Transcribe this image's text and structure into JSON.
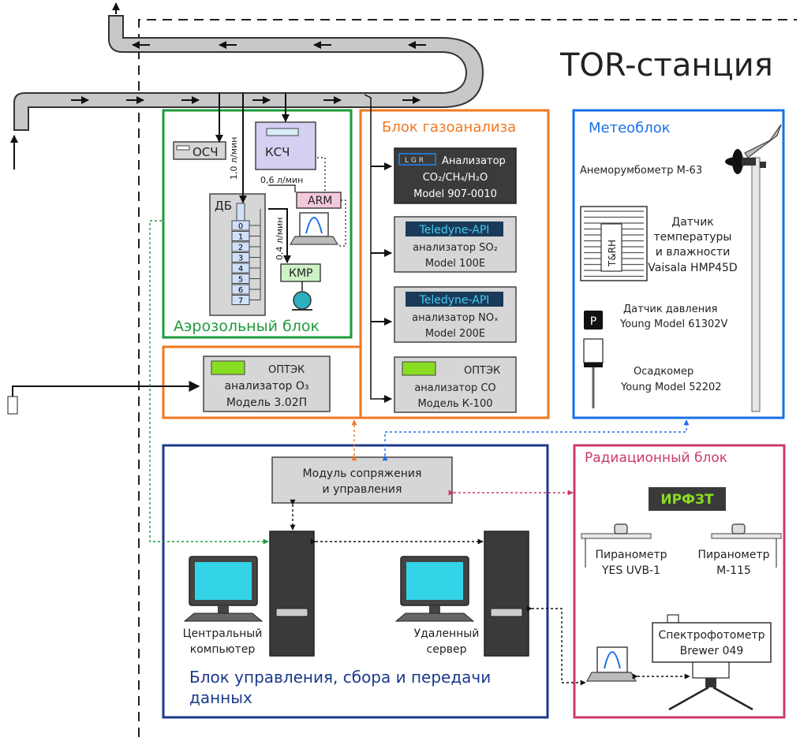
{
  "title": "TOR-станция",
  "colors": {
    "aerosol": "#1e9b3a",
    "gas": "#f07820",
    "meteo": "#1a6fe8",
    "control": "#1c3a8c",
    "radiation": "#cc3a6a",
    "screen": "#33d4e8",
    "lcd_green": "#88dd22",
    "teledyne_bg": "#1a3a5a",
    "teledyne_fg": "#44ccee"
  },
  "aerosol": {
    "title": "Аэрозольный блок",
    "osch": "ОСЧ",
    "ksch": "КСЧ",
    "arm": "ARM",
    "db": "ДБ",
    "kmr": "КМР",
    "flow1": "1,0 л/мин",
    "flow2": "0,6 л/мин",
    "flow3": "0,4 л/мин",
    "stages": [
      "0",
      "1",
      "2",
      "3",
      "4",
      "5",
      "6",
      "7"
    ]
  },
  "gas": {
    "title": "Блок газоанализа",
    "lgr": {
      "logo": "L G R",
      "line1": "Анализатор",
      "line2": "CO₂/CH₄/H₂O",
      "line3": "Model 907-0010"
    },
    "so2": {
      "brand": "Teledyne-API",
      "line1": "анализатор SO₂",
      "line2": "Model 100E"
    },
    "nox": {
      "brand": "Teledyne-API",
      "line1": "анализатор NOₓ",
      "line2": "Model 200E"
    },
    "co": {
      "brand": "ОПТЭК",
      "line1": "анализатор CO",
      "line2": "Модель К-100"
    },
    "o3": {
      "brand": "ОПТЭК",
      "line1": "анализатор O₃",
      "line2": "Модель 3.02П"
    }
  },
  "meteo": {
    "title": "Метеоблок",
    "anemometer": "Анеморумбометр М-63",
    "thr_label": "T&RH",
    "thr": [
      "Датчик",
      "температуры",
      "и влажности",
      "Vaisala HMP45D"
    ],
    "pressure_icon": "P",
    "pressure": [
      "Датчик давления",
      "Young Model 61302V"
    ],
    "rain": [
      "Осадкомер",
      "Young Model 52202"
    ]
  },
  "control": {
    "title_line1": "Блок управления, сбора и передачи",
    "title_line2": "данных",
    "module_line1": "Модуль сопряжения",
    "module_line2": "и управления",
    "central": [
      "Центральный",
      "компьютер"
    ],
    "remote": [
      "Удаленный",
      "сервер"
    ]
  },
  "radiation": {
    "title": "Радиационный блок",
    "irfzt": "ИРФЗТ",
    "pyr1": [
      "Пиранометр",
      "YES UVB-1"
    ],
    "pyr2": [
      "Пиранометр",
      "М-115"
    ],
    "spectro": [
      "Спектрофотометр",
      "Brewer 049"
    ]
  }
}
